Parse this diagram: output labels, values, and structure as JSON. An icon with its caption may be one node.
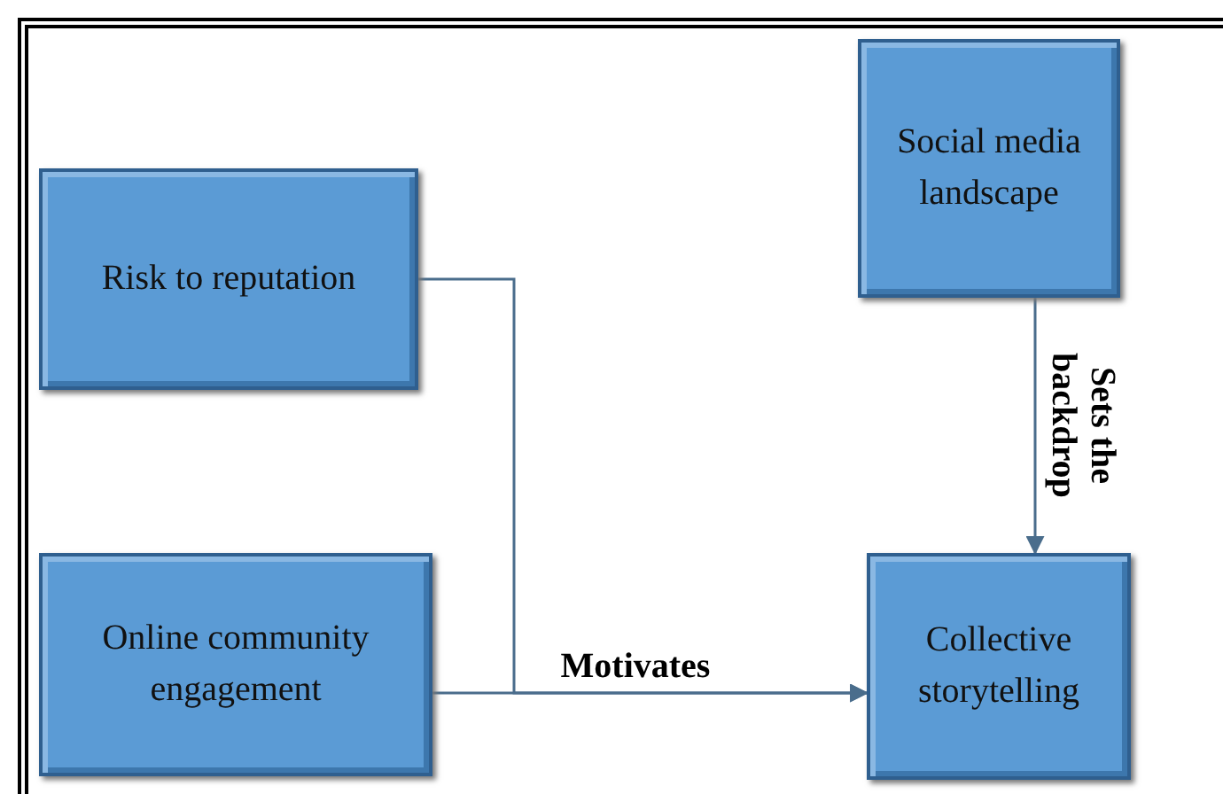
{
  "diagram": {
    "nodes": [
      {
        "text": [
          "Social media landscape"
        ]
      },
      {
        "text": [
          "Risk to reputation"
        ]
      },
      {
        "text": [
          "Online community engagement"
        ]
      },
      {
        "text": [
          "Collective storytelling"
        ]
      }
    ],
    "edges": [
      {
        "from": 0,
        "to": 3,
        "arrow": "to",
        "label": "Sets the backdrop"
      },
      {
        "from": 1,
        "to": 3,
        "arrow": "to"
      },
      {
        "from": 2,
        "to": 3,
        "arrow": "to",
        "label": "Motivates"
      }
    ]
  }
}
